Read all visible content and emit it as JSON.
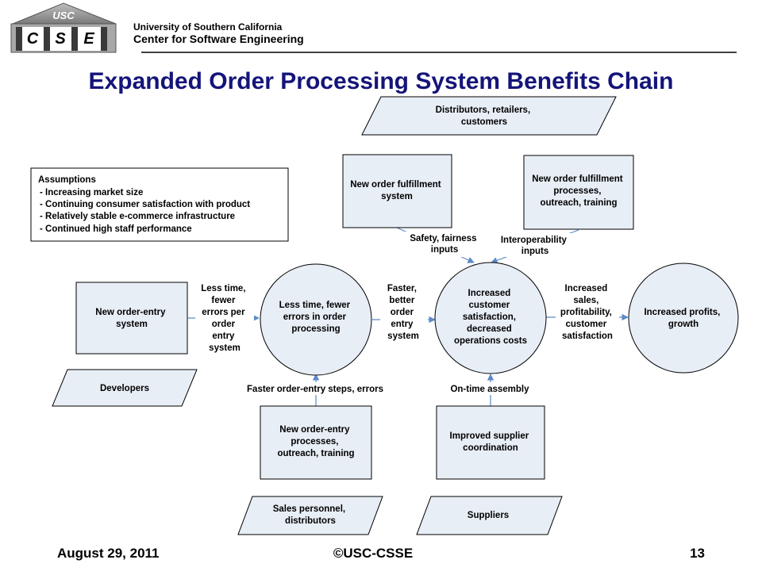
{
  "header": {
    "university": "University of Southern California",
    "center": "Center for Software Engineering",
    "logo": {
      "top": "USC",
      "letters": [
        "C",
        "S",
        "E"
      ]
    }
  },
  "title": "Expanded Order Processing System Benefits Chain",
  "assumptions": {
    "heading": "Assumptions",
    "items": [
      "- Increasing market size",
      "- Continuing consumer satisfaction with product",
      "- Relatively stable e-commerce infrastructure",
      "- Continued high staff performance"
    ]
  },
  "initiatives": {
    "new_order_entry_system": [
      "New order-entry",
      "system"
    ],
    "new_order_fulfillment_system": [
      "New order fulfillment",
      "system"
    ],
    "new_order_fulfillment_processes": [
      "New order fulfillment",
      "processes,",
      "outreach, training"
    ],
    "new_order_entry_processes": [
      "New order-entry",
      "processes,",
      "outreach, training"
    ],
    "improved_supplier_coordination": [
      "Improved supplier",
      "coordination"
    ]
  },
  "stakeholders": {
    "distributors": [
      "Distributors, retailers,",
      "customers"
    ],
    "developers": [
      "Developers"
    ],
    "sales_personnel": [
      "Sales personnel,",
      "distributors"
    ],
    "suppliers": [
      "Suppliers"
    ]
  },
  "outcomes": {
    "less_time": [
      "Less time, fewer",
      "errors in order",
      "processing"
    ],
    "increased_satisfaction": [
      "Increased",
      "customer",
      "satisfaction,",
      "decreased",
      "operations costs"
    ],
    "increased_profits": [
      "Increased profits,",
      "growth"
    ]
  },
  "contributions": {
    "less_time_fewer_errors": [
      "Less time,",
      "fewer",
      "errors per",
      "order",
      "entry",
      "system"
    ],
    "faster_better": [
      "Faster,",
      "better",
      "order",
      "entry",
      "system"
    ],
    "increased_sales": [
      "Increased",
      "sales,",
      "profitability,",
      "customer",
      "satisfaction"
    ],
    "safety_fairness": [
      "Safety, fairness",
      "inputs"
    ],
    "interoperability": [
      "Interoperability",
      "inputs"
    ],
    "faster_steps": [
      "Faster order-entry steps, errors"
    ],
    "on_time_assembly": [
      "On-time assembly"
    ]
  },
  "colors": {
    "fill": "#e8eef6",
    "arrow": "#5b8ac8",
    "title": "#14147a"
  },
  "footer": {
    "date": "August 29, 2011",
    "copyright": "©USC-CSSE",
    "page": "13"
  }
}
